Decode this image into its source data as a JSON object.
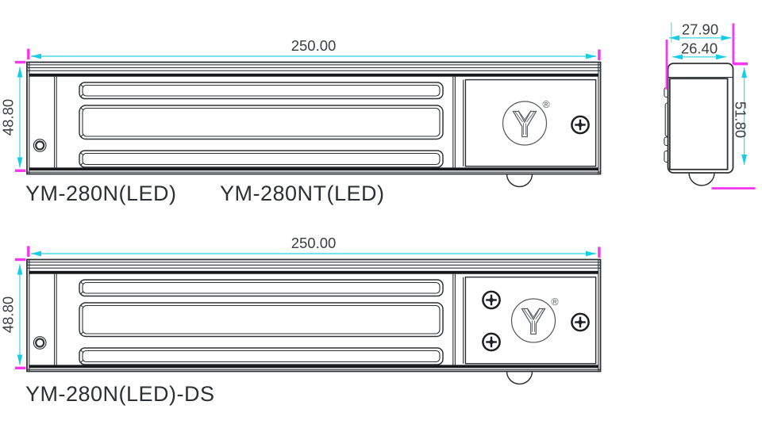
{
  "colors": {
    "background": "#ffffff",
    "outline": "#2e3134",
    "dark_fill": "#17181a",
    "dimension_line": "#4fd9ea",
    "dimension_arrow": "#13cee4",
    "extension_tick": "#f637ef",
    "dimension_text": "#3a3e43",
    "label_text": "#2c2f33",
    "logo_stroke": "#595d62"
  },
  "views": {
    "front_top": {
      "dim_width": "250.00",
      "dim_height": "48.80",
      "labels": [
        "YM-280N(LED)",
        "YM-280NT(LED)"
      ]
    },
    "side": {
      "dim_outer_width": "27.90",
      "dim_face_width": "26.40",
      "dim_height": "51.80"
    },
    "front_bottom": {
      "dim_width": "250.00",
      "dim_height": "48.80",
      "labels": [
        "YM-280N(LED)-DS"
      ]
    }
  },
  "logo": {
    "letter": "Y",
    "registered_mark": "®"
  },
  "icons": {
    "screw": "phillips-screw-icon",
    "led": "led-indicator-icon",
    "brand": "brand-y-logo-icon",
    "registered": "registered-trademark-icon",
    "grommet": "cable-grommet-icon"
  }
}
